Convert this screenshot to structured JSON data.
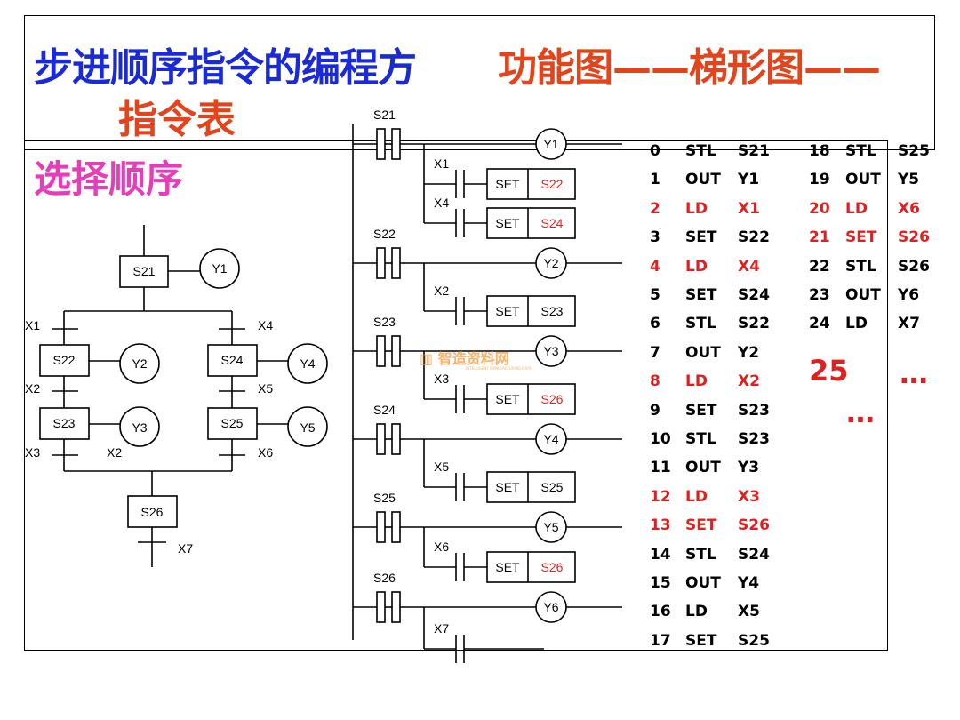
{
  "title": {
    "blue": "步进顺序指令的编程方",
    "red": "功能图——梯形图——",
    "red_line2": "指令表"
  },
  "subtitle": "选择顺序",
  "colors": {
    "title_blue": "#1a2bd6",
    "title_red": "#e3441c",
    "subtitle_pink": "#e63db8",
    "highlight_red": "#e02020"
  },
  "sfc": {
    "steps": [
      "S21",
      "S22",
      "S23",
      "S24",
      "S25",
      "S26"
    ],
    "outputs": [
      "Y1",
      "Y2",
      "Y3",
      "Y4",
      "Y5"
    ],
    "transitions": [
      "X1",
      "X2",
      "X3",
      "X4",
      "X5",
      "X6",
      "X7"
    ]
  },
  "ladder": {
    "rungs": [
      {
        "stl": "S21",
        "coil": "Y1",
        "branches": [
          {
            "contact": "X1",
            "set": "SET",
            "target": "S22",
            "target_red": true
          },
          {
            "contact": "X4",
            "set": "SET",
            "target": "S24",
            "target_red": true
          }
        ]
      },
      {
        "stl": "S22",
        "coil": "Y2",
        "branches": [
          {
            "contact": "X2",
            "set": "SET",
            "target": "S23",
            "target_red": false
          }
        ]
      },
      {
        "stl": "S23",
        "coil": "Y3",
        "branches": [
          {
            "contact": "X3",
            "set": "SET",
            "target": "S26",
            "target_red": true
          }
        ]
      },
      {
        "stl": "S24",
        "coil": "Y4",
        "branches": [
          {
            "contact": "X5",
            "set": "SET",
            "target": "S25",
            "target_red": false
          }
        ]
      },
      {
        "stl": "S25",
        "coil": "Y5",
        "branches": [
          {
            "contact": "X6",
            "set": "SET",
            "target": "S26",
            "target_red": true
          }
        ]
      },
      {
        "stl": "S26",
        "coil": "Y6",
        "branches": [
          {
            "contact": "X7",
            "set": "",
            "target": "",
            "target_red": false
          }
        ]
      }
    ]
  },
  "instructions": [
    {
      "n": "0",
      "op": "STL",
      "arg": "S21",
      "red": false
    },
    {
      "n": "1",
      "op": "OUT",
      "arg": "Y1",
      "red": false
    },
    {
      "n": "2",
      "op": "LD",
      "arg": "X1",
      "red": true
    },
    {
      "n": "3",
      "op": "SET",
      "arg": "S22",
      "red": false
    },
    {
      "n": "4",
      "op": "LD",
      "arg": "X4",
      "red": true
    },
    {
      "n": "5",
      "op": "SET",
      "arg": "S24",
      "red": false
    },
    {
      "n": "6",
      "op": "STL",
      "arg": "S22",
      "red": false
    },
    {
      "n": "7",
      "op": "OUT",
      "arg": "Y2",
      "red": false
    },
    {
      "n": "8",
      "op": "LD",
      "arg": "X2",
      "red": true
    },
    {
      "n": "9",
      "op": "SET",
      "arg": "S23",
      "red": false
    },
    {
      "n": "10",
      "op": "STL",
      "arg": "S23",
      "red": false
    },
    {
      "n": "11",
      "op": "OUT",
      "arg": "Y3",
      "red": false
    },
    {
      "n": "12",
      "op": "LD",
      "arg": "X3",
      "red": true
    },
    {
      "n": "13",
      "op": "SET",
      "arg": "S26",
      "red": true
    },
    {
      "n": "14",
      "op": "STL",
      "arg": "S24",
      "red": false
    },
    {
      "n": "15",
      "op": "OUT",
      "arg": "Y4",
      "red": false
    },
    {
      "n": "16",
      "op": "LD",
      "arg": "X5",
      "red": false
    },
    {
      "n": "17",
      "op": "SET",
      "arg": "S25",
      "red": false
    },
    {
      "n": "18",
      "op": "STL",
      "arg": "S25",
      "red": false
    },
    {
      "n": "19",
      "op": "OUT",
      "arg": "Y5",
      "red": false
    },
    {
      "n": "20",
      "op": "LD",
      "arg": "X6",
      "red": true
    },
    {
      "n": "21",
      "op": "SET",
      "arg": "S26",
      "red": true
    },
    {
      "n": "22",
      "op": "STL",
      "arg": "S26",
      "red": false
    },
    {
      "n": "23",
      "op": "OUT",
      "arg": "Y6",
      "red": false
    },
    {
      "n": "24",
      "op": "LD",
      "arg": "X7",
      "red": false
    }
  ],
  "continuation": {
    "number": "25",
    "ellipsis": "…"
  },
  "watermark": {
    "text": "智造资料网",
    "sub": "INTELLIGENT MANUFACTURING DATA"
  }
}
